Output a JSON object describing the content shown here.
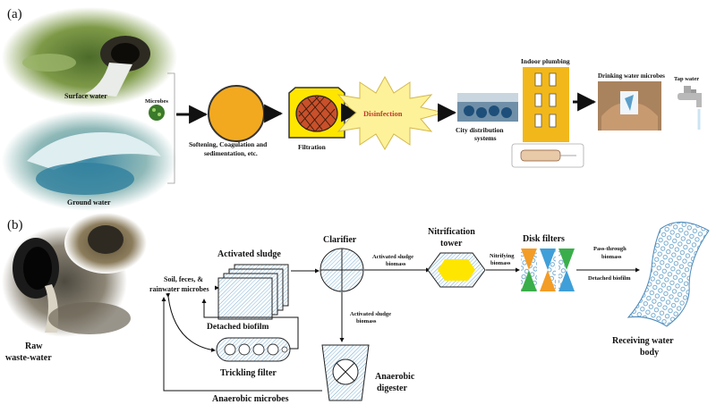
{
  "panel_a": {
    "label": "(a)",
    "surface_water": "Surface water",
    "ground_water": "Ground water",
    "microbes": "Microbes",
    "softening_line1": "Softening, Coagulation and",
    "softening_line2": "sedimentation, etc.",
    "filtration": "Filtration",
    "disinfection": "Disinfection",
    "city_line1": "City distribution",
    "city_line2": "systems",
    "indoor_plumbing": "Indoor plumbing",
    "drinking_microbes": "Drinking water microbes",
    "tap_water": "Tap water"
  },
  "panel_b": {
    "label": "(b)",
    "raw_line1": "Raw",
    "raw_line2": "waste-water",
    "soil_line1": "Soil, feces, &",
    "soil_line2": "rainwater microbes",
    "activated_sludge": "Activated sludge",
    "detached_biofilm": "Detached biofilm",
    "trickling_filter": "Trickling filter",
    "anaerobic_microbes": "Anaerobic microbes",
    "clarifier": "Clarifier",
    "as_biomass_line1": "Activated sludge",
    "as_biomass_line2": "biomass",
    "as_biomass_down_line1": "Activated sludge",
    "as_biomass_down_line2": "biomass",
    "anaerobic_line1": "Anaerobic",
    "anaerobic_line2": "digester",
    "nitrification_line1": "Nitrification",
    "nitrification_line2": "tower",
    "nitrifying_line1": "Nitrifying",
    "nitrifying_line2": "biomass",
    "disk_filters": "Disk filters",
    "passthrough_line1": "Pass-through",
    "passthrough_line2": "biomass",
    "detached_biofilm_right": "Detached biofilm",
    "receiving_line1": "Receiving water",
    "receiving_line2": "body"
  },
  "colors": {
    "orange": "#f2a91f",
    "yellow": "#ffe600",
    "star": "#fdf29a",
    "filter_red": "#c8502a",
    "building": "#f2b81b",
    "hatch_blue": "#6aa5cc",
    "disk_orange": "#f39c26",
    "disk_green": "#3aae4a",
    "disk_blue": "#3f9fd8"
  }
}
